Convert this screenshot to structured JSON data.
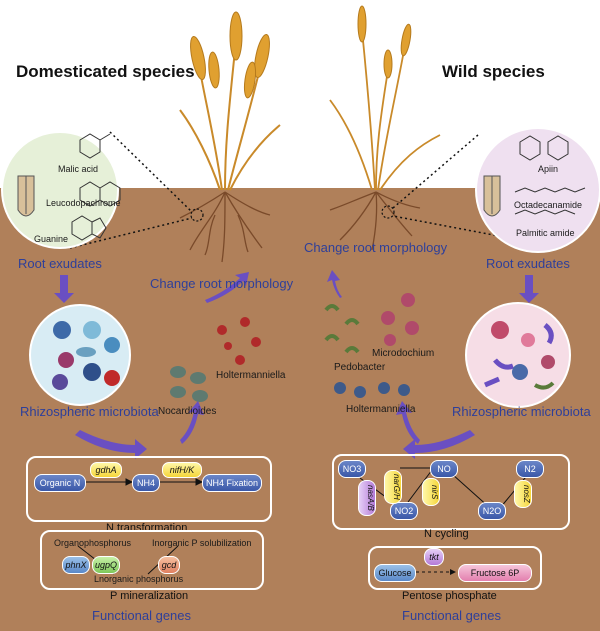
{
  "headings": {
    "left": "Domesticated species",
    "right": "Wild species"
  },
  "left": {
    "exudates": [
      "Malic acid",
      "Leucodopachrome",
      "Guanine"
    ],
    "root_exudates": "Root exudates",
    "change_root": "Change root morphology",
    "microbiota": "Rhizospheric microbiota",
    "taxa": [
      "Holtermanniella",
      "Nocardioides"
    ],
    "n_box": {
      "organic_n": "Organic N",
      "gene1": "gdhA",
      "nh4a": "NH4",
      "gene2": "nifH/K",
      "nh4b": "NH4  Fixation",
      "title": "N transformation"
    },
    "p_box": {
      "organophosphorus": "Organophosphorus",
      "inorganic_sol": "Inorganic P solubilization",
      "phnx": "phnX",
      "ugpq": "ugpQ",
      "gcd": "gcd",
      "inorganic": "Lnorganic phosphorus",
      "title": "P mineralization"
    },
    "functional": "Functional genes"
  },
  "right": {
    "exudates": [
      "Apiin",
      "Octadecanamide",
      "Palmitic amide"
    ],
    "root_exudates": "Root exudates",
    "change_root": "Change root morphology",
    "microbiota": "Rhizospheric microbiota",
    "taxa": [
      "Microdochium",
      "Pedobacter",
      "Holtermanniella"
    ],
    "n_box": {
      "no3": "NO3",
      "no": "NO",
      "n2": "N2",
      "no2": "NO2",
      "n2o": "N2O",
      "gene_narg": "narG/H",
      "gene_nasa": "nasA/B",
      "gene_nirs": "nirS",
      "gene_nosz": "nosZ",
      "title": "N cycling"
    },
    "ppp_box": {
      "tkt": "tkt",
      "glucose": "Glucose",
      "fructose": "Fructose 6P",
      "title": "Pentose phosphate"
    },
    "functional": "Functional genes"
  },
  "colors": {
    "soil": "#b0805a",
    "label_blue": "#2e3f9a",
    "arrow_purple": "#6a4fc2"
  }
}
